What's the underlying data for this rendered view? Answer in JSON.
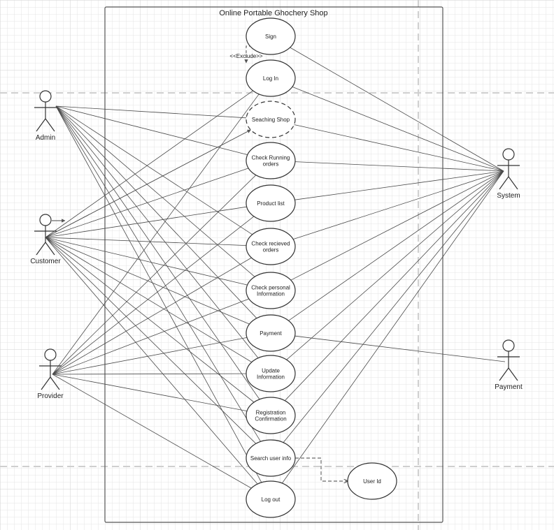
{
  "diagram": {
    "title": "Online Portable Ghochery Shop",
    "stereotype": "<<Exclude>>",
    "actors": [
      {
        "id": "admin",
        "label": "Admin"
      },
      {
        "id": "customer",
        "label": "Customer"
      },
      {
        "id": "provider",
        "label": "Provider"
      },
      {
        "id": "system",
        "label": "System"
      },
      {
        "id": "payment",
        "label": "Payment"
      }
    ],
    "use_cases": [
      {
        "id": "sign",
        "lines": [
          "Sign"
        ]
      },
      {
        "id": "login",
        "lines": [
          "Log In"
        ]
      },
      {
        "id": "search_shop",
        "lines": [
          "Seaching Shop"
        ]
      },
      {
        "id": "check_running",
        "lines": [
          "Check Running",
          "orders"
        ]
      },
      {
        "id": "product_list",
        "lines": [
          "Product list"
        ]
      },
      {
        "id": "check_received",
        "lines": [
          "Check recieved",
          "orders"
        ]
      },
      {
        "id": "check_personal",
        "lines": [
          "Check personal",
          "Information"
        ]
      },
      {
        "id": "payment_uc",
        "lines": [
          "Payment"
        ]
      },
      {
        "id": "update_info",
        "lines": [
          "Update",
          "Information"
        ]
      },
      {
        "id": "registration",
        "lines": [
          "Registration",
          "Confirmation"
        ]
      },
      {
        "id": "search_user",
        "lines": [
          "Search user info"
        ]
      },
      {
        "id": "logout",
        "lines": [
          "Log out"
        ]
      },
      {
        "id": "user_id",
        "lines": [
          "User Id"
        ]
      }
    ],
    "associations": [
      [
        "admin",
        "check_running"
      ],
      [
        "admin",
        "search_shop"
      ],
      [
        "admin",
        "check_received"
      ],
      [
        "admin",
        "check_personal"
      ],
      [
        "admin",
        "payment_uc"
      ],
      [
        "admin",
        "update_info"
      ],
      [
        "admin",
        "registration"
      ],
      [
        "admin",
        "search_user"
      ],
      [
        "admin",
        "logout"
      ],
      [
        "customer",
        "login"
      ],
      [
        "customer",
        "check_running"
      ],
      [
        "customer",
        "product_list"
      ],
      [
        "customer",
        "check_received"
      ],
      [
        "customer",
        "check_personal"
      ],
      [
        "customer",
        "payment_uc"
      ],
      [
        "customer",
        "update_info"
      ],
      [
        "customer",
        "registration"
      ],
      [
        "customer",
        "search_user"
      ],
      [
        "customer",
        "logout"
      ],
      [
        "provider",
        "login"
      ],
      [
        "provider",
        "check_running"
      ],
      [
        "provider",
        "product_list"
      ],
      [
        "provider",
        "check_received"
      ],
      [
        "provider",
        "check_personal"
      ],
      [
        "provider",
        "payment_uc"
      ],
      [
        "provider",
        "update_info"
      ],
      [
        "provider",
        "registration"
      ],
      [
        "provider",
        "logout"
      ],
      [
        "system",
        "sign"
      ],
      [
        "system",
        "login"
      ],
      [
        "system",
        "search_shop"
      ],
      [
        "system",
        "check_running"
      ],
      [
        "system",
        "product_list"
      ],
      [
        "system",
        "check_received"
      ],
      [
        "system",
        "check_personal"
      ],
      [
        "system",
        "payment_uc"
      ],
      [
        "system",
        "update_info"
      ],
      [
        "system",
        "registration"
      ],
      [
        "system",
        "search_user"
      ],
      [
        "system",
        "logout"
      ],
      [
        "payment",
        "payment_uc"
      ]
    ],
    "arrows": [
      {
        "from": "customer",
        "to": "search_shop",
        "style": "solid"
      },
      {
        "from": "sign",
        "to": "login",
        "style": "dashed"
      },
      {
        "from": "search_user",
        "to": "user_id",
        "style": "dashed"
      }
    ]
  }
}
